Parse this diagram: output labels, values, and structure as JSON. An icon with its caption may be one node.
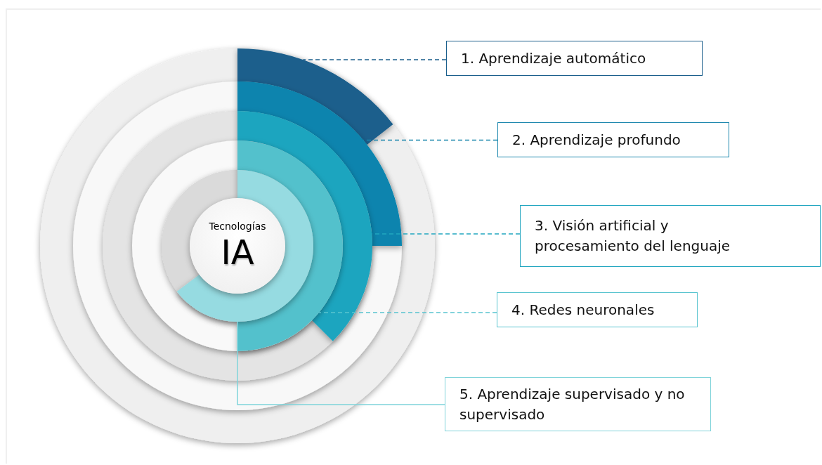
{
  "diagram": {
    "nodes": [
      {
        "text": [
          "Tecnologías",
          "IA"
        ]
      },
      {
        "text": [
          "1. Aprendizaje automático"
        ]
      },
      {
        "text": [
          "2. Aprendizaje profundo"
        ]
      },
      {
        "text": [
          "3. Visión artificial y procesamiento del lenguaje"
        ]
      },
      {
        "text": [
          "4. Redes neuronales"
        ]
      },
      {
        "text": [
          "5. Aprendizaje supervisado y no supervisado"
        ]
      },
      {
        "text": [],
        "shape": "arc"
      },
      {
        "text": [],
        "shape": "arc"
      },
      {
        "text": [],
        "shape": "arc"
      },
      {
        "text": [],
        "shape": "arc"
      },
      {
        "text": [],
        "shape": "arc"
      }
    ],
    "edges": [
      {
        "from": 1,
        "to": 6,
        "arrow": "none",
        "style": "dashed",
        "color": "#1b5f8c"
      },
      {
        "from": 2,
        "to": 7,
        "arrow": "none",
        "style": "dashed",
        "color": "#1a86ad"
      },
      {
        "from": 3,
        "to": 8,
        "arrow": "none",
        "style": "dashed",
        "color": "#22a6c0"
      },
      {
        "from": 4,
        "to": 9,
        "arrow": "none",
        "style": "dashed",
        "color": "#58c4cf"
      },
      {
        "from": 5,
        "to": 10,
        "arrow": "none",
        "color": "#7fd3da"
      }
    ]
  }
}
